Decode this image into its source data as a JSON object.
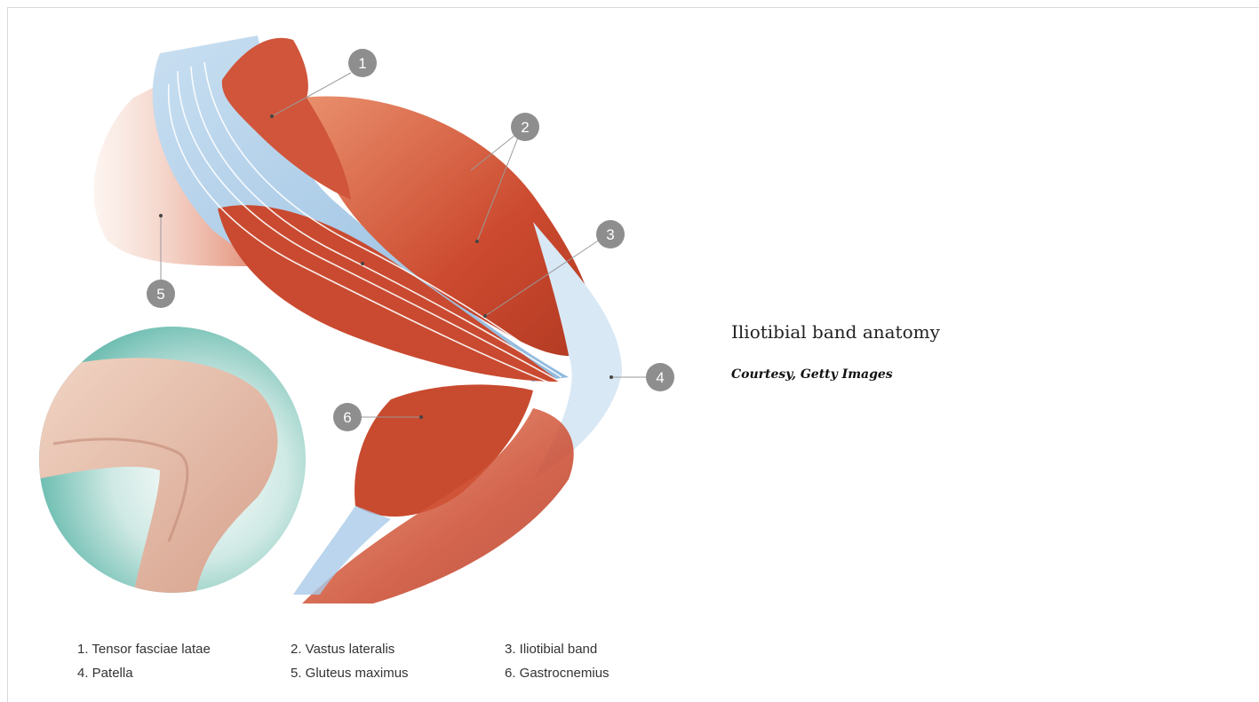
{
  "figure": {
    "title": "Iliotibial band anatomy",
    "credit": "Courtesy, Getty Images",
    "markers": [
      "1",
      "2",
      "3",
      "4",
      "5",
      "6"
    ],
    "legend": [
      "1. Tensor fasciae latae",
      "2. Vastus lateralis",
      "3. Iliotibial band",
      "4. Patella",
      "5. Gluteus maximus",
      "6. Gastrocnemius"
    ],
    "colors": {
      "muscle": "#c8452c",
      "muscle_light": "#e58a66",
      "fascia": "#a9cbe8",
      "marker": "#8e8e8e",
      "skin": "#e8b9a3",
      "circle_bg": "#7fc7bd"
    }
  }
}
